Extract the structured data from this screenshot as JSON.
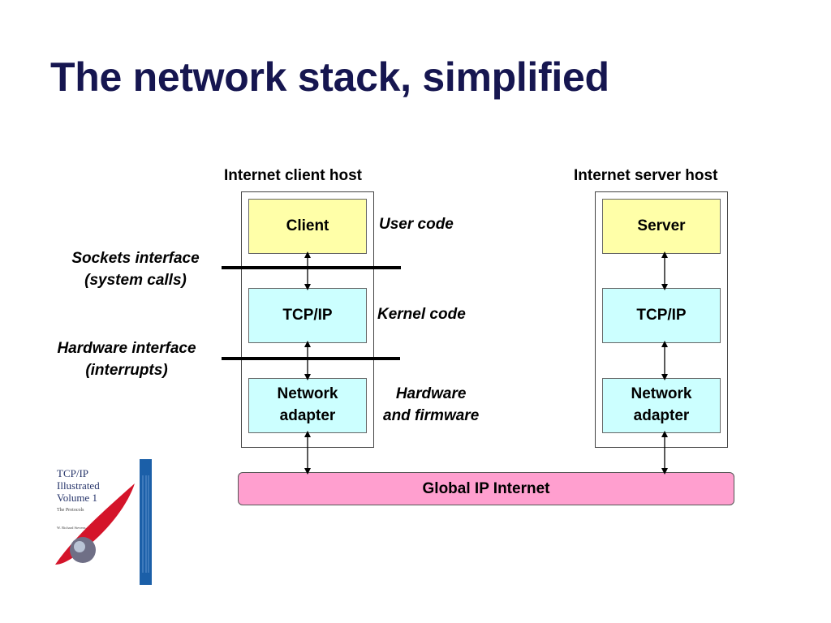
{
  "slide": {
    "title": "The network stack, simplified"
  },
  "client_host": {
    "label": "Internet client host",
    "client": "Client",
    "tcpip": "TCP/IP",
    "adapter": [
      "Network",
      "adapter"
    ]
  },
  "server_host": {
    "label": "Internet server host",
    "server": "Server",
    "tcpip": "TCP/IP",
    "adapter": [
      "Network",
      "adapter"
    ]
  },
  "annotations": {
    "user_code": "User code",
    "kernel_code": "Kernel code",
    "hardware": [
      "Hardware",
      "and firmware"
    ]
  },
  "interfaces": {
    "sockets": [
      "Sockets interface",
      "(system calls)"
    ],
    "hardware": [
      "Hardware interface",
      "(interrupts)"
    ]
  },
  "internet": {
    "label": "Global IP Internet"
  },
  "book_cover": {
    "title_lines": [
      "TCP/IP",
      "Illustrated",
      "Volume 1"
    ],
    "subtitle": "The Protocols",
    "author": "W. Richard Stevens"
  },
  "colors": {
    "title": "#161650",
    "app_box": "#ffffa8",
    "stack_box": "#ccffff",
    "internet": "#ff9fcf",
    "book_spine": "#1b5fa8",
    "book_swoosh": "#d4142a"
  }
}
